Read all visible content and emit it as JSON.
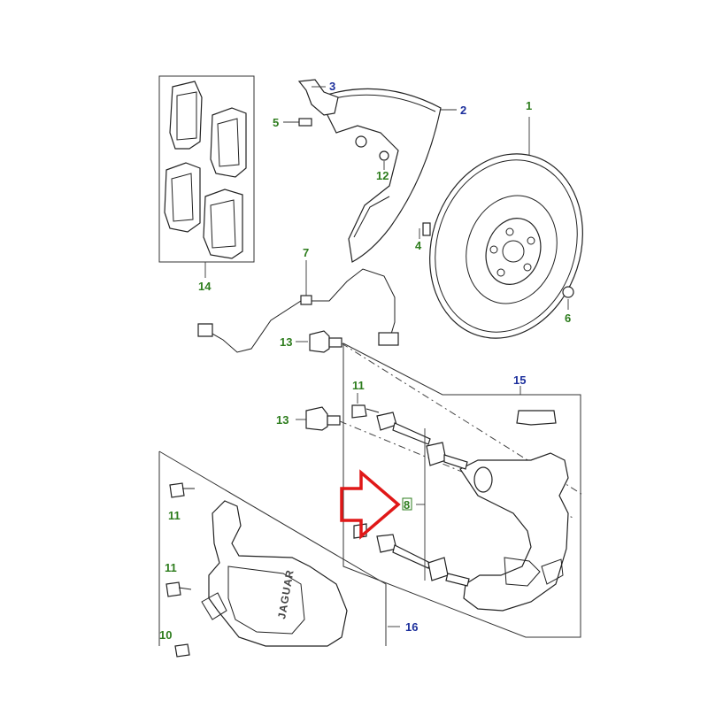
{
  "callouts": {
    "c1": "1",
    "c2": "2",
    "c3": "3",
    "c4": "4",
    "c5": "5",
    "c6": "6",
    "c7": "7",
    "c8": "8",
    "c10": "10",
    "c11a": "11",
    "c11b": "11",
    "c11c": "11",
    "c12": "12",
    "c13a": "13",
    "c13b": "13",
    "c14": "14",
    "c15": "15",
    "c16": "16"
  },
  "logo": {
    "text": "JAGUAR"
  },
  "colors": {
    "green": "#2e7d1e",
    "blue": "#1c2f9c",
    "highlight": "#e01818"
  }
}
